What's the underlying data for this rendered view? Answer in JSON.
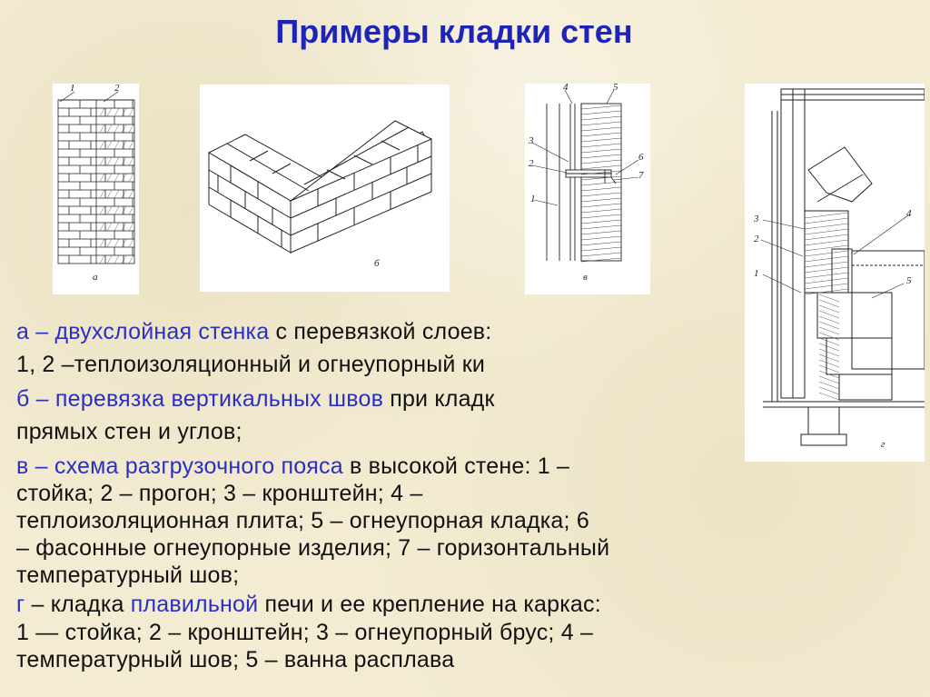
{
  "title": "Примеры кладки стен",
  "figures": {
    "a": {
      "label": "а",
      "callouts": [
        "1",
        "2"
      ]
    },
    "b": {
      "label": "б"
    },
    "v": {
      "label": "в",
      "callouts": [
        "4",
        "5",
        "3",
        "2",
        "1",
        "6",
        "7"
      ]
    },
    "g": {
      "label": "г",
      "callouts": [
        "3",
        "2",
        "1",
        "4",
        "5"
      ]
    }
  },
  "captions": {
    "a_key": "а –",
    "a_text_blue": " двухслойная стенка",
    "a_text": " с перевязкой слоев:",
    "a_line2": "1, 2 –теплоизоляционный и огнеупорный ки",
    "b_key": "б –",
    "b_text_blue": " перевязка вертикальных швов",
    "b_text": " при кладк",
    "b_line2": "прямых стен и углов;",
    "v_key": "в –",
    "v_text_blue": " схема разгрузочного пояса",
    "v_text": " в высокой стене: 1 –",
    "v_line2": "стойка; 2 – прогон; 3 – кронштейн; 4 –",
    "v_line3": "теплоизоляционная плита; 5 – огнеупорная кладка; 6",
    "v_line4": "– фасонные огнеупорные изделия; 7 – горизонтальный",
    "v_line5": "температурный шов;",
    "g_key": "г",
    "g_text": " – кладка ",
    "g_text_blue": "плавильной",
    "g_text2": " печи и ее крепление на каркас:",
    "g_line2": "1 — стойка; 2 – кронштейн; 3 – огнеупорный брус; 4 –",
    "g_line3": "температурный шов; 5 – ванна расплава"
  }
}
